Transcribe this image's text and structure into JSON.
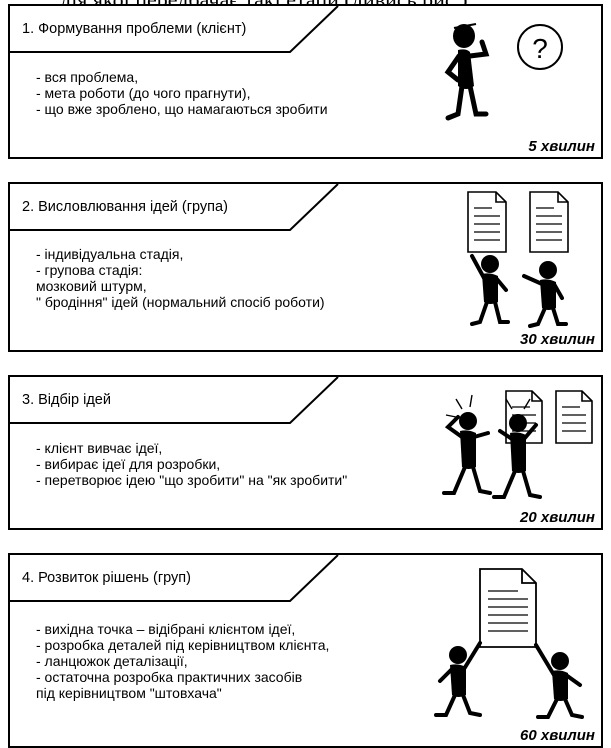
{
  "top_caption": "дія якої передбачає такі етапи (дивись рис.):",
  "stages": [
    {
      "title": "1. Формування проблеми (клієнт)",
      "items": [
        "- вся проблема,",
        "- мета роботи (до чого прагнути),",
        "- що вже зроблено, що намагаються зробити"
      ],
      "duration": "5 хвилин",
      "illustration": "thinking-person-question-icon"
    },
    {
      "title": "2. Висловлювання ідей (група)",
      "items": [
        "- індивідуальна стадія,",
        "- групова стадія:",
        "  мозковий штурм,",
        "\"  бродіння\" ідей (нормальний спосіб роботи)"
      ],
      "duration": "30 хвилин",
      "illustration": "two-people-with-documents-icon"
    },
    {
      "title": "3. Відбір ідей",
      "items": [
        "- клієнт вивчає ідеї,",
        "- вибирає ідеї для розробки,",
        "- перетворює ідею \"що зробити\" на \"як зробити\""
      ],
      "duration": "20 хвилин",
      "illustration": "two-people-reviewing-documents-icon"
    },
    {
      "title": "4. Розвиток рішень (груп)",
      "items": [
        "- вихідна точка – відібрані клієнтом ідеї,",
        "- розробка деталей під керівництвом клієнта,",
        "- ланцюжок деталізації,",
        "- остаточна розробка практичних засобів",
        "  під керівництвом \"штовхача\""
      ],
      "duration": "60 хвилин",
      "illustration": "two-people-carrying-document-icon"
    }
  ]
}
